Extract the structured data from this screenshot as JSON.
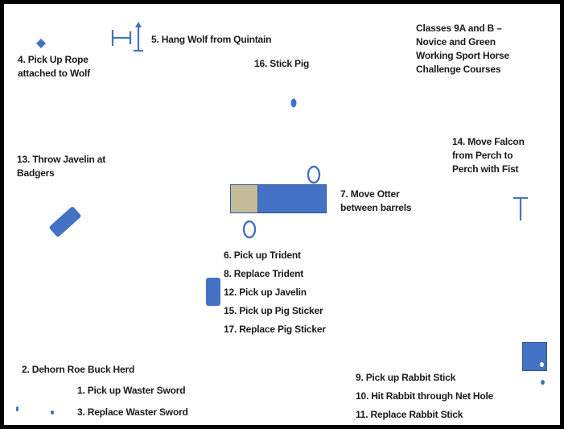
{
  "title": {
    "lines": [
      "Classes 9A and B –",
      "Novice and Green",
      "Working Sport Horse",
      "Challenge Courses"
    ]
  },
  "stations": {
    "pick_up_rope": [
      "4. Pick Up Rope",
      "attached to Wolf"
    ],
    "hang_wolf": "5. Hang Wolf from Quintain",
    "stick_pig": "16. Stick Pig",
    "throw_javelin": [
      "13. Throw Javelin at",
      "Badgers"
    ],
    "move_falcon": [
      "14. Move  Falcon",
      "from Perch to",
      "Perch with Fist"
    ],
    "move_otter": [
      "7. Move Otter",
      "between barrels"
    ],
    "center_list": [
      "6. Pick up Trident",
      "8. Replace Trident",
      "12. Pick up Javelin",
      "15. Pick up Pig  Sticker",
      "17. Replace  Pig Sticker"
    ],
    "dehorn": "2. Dehorn Roe Buck Herd",
    "pick_up_sword": "1. Pick up Waster Sword",
    "replace_sword": "3. Replace  Waster Sword",
    "rabbit_list": [
      "9. Pick up Rabbit Stick",
      "10. Hit Rabbit through Net Hole",
      "11. Replace  Rabbit Stick"
    ]
  },
  "colors": {
    "shape_fill": "#4472c4",
    "trident_box": "#c4bd97",
    "border": "#000000",
    "text": "#1a1a1a"
  },
  "icons": [
    "diamond-marker",
    "quintain-icon",
    "pig-target-dot",
    "badger-target",
    "perch-icon",
    "barrel-icon",
    "javelin-stand",
    "rabbit-net-box",
    "sword-marker-dot"
  ]
}
